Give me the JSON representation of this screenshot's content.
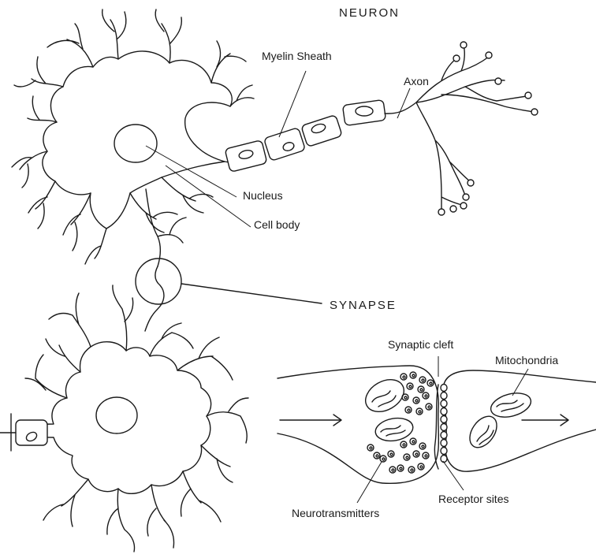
{
  "titles": {
    "neuron": "NEURON",
    "synapse": "SYNAPSE"
  },
  "labels": {
    "myelin_sheath": "Myelin Sheath",
    "axon": "Axon",
    "nucleus": "Nucleus",
    "cell_body": "Cell body",
    "synaptic_cleft": "Synaptic cleft",
    "mitochondria": "Mitochondria",
    "neurotransmitters": "Neurotransmitters",
    "receptor_sites": "Receptor sites"
  },
  "colors": {
    "ink": "#1a1a1a",
    "background": "#ffffff"
  }
}
